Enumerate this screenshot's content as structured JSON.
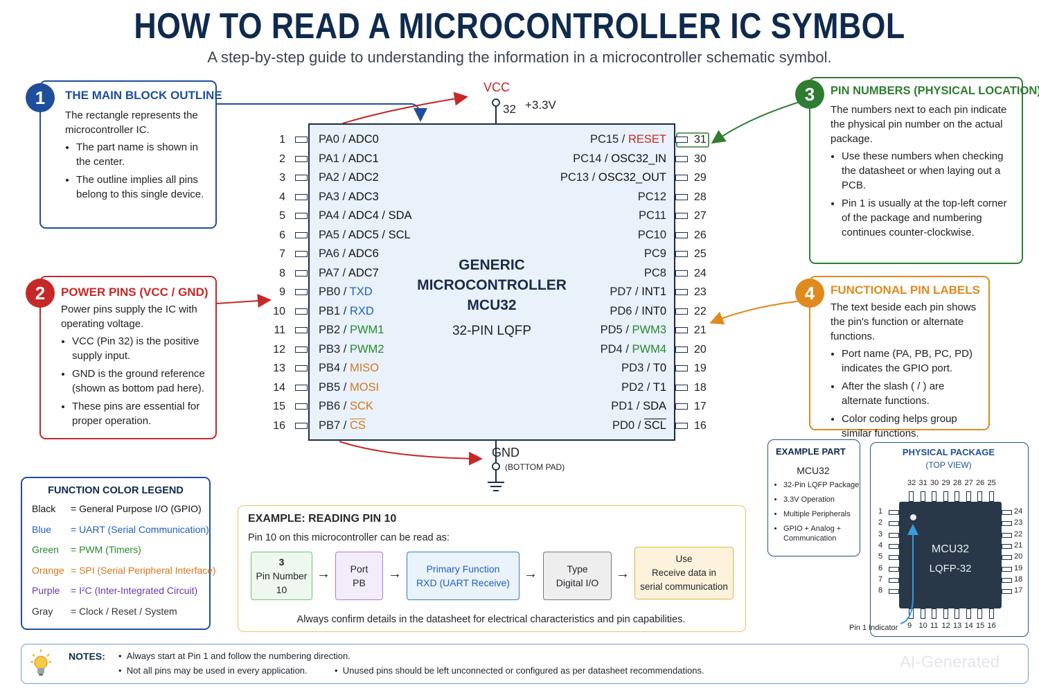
{
  "header": {
    "title": "HOW TO READ A MICROCONTROLLER IC SYMBOL",
    "subtitle": "A step-by-step guide to understanding the information in a microcontroller schematic symbol."
  },
  "box1": {
    "num": "1",
    "title": "THE MAIN BLOCK OUTLINE",
    "intro": "The rectangle represents the microcontroller IC.",
    "bullets": [
      "The part name is shown in the center.",
      "The outline implies all pins belong to this single device."
    ]
  },
  "box2": {
    "num": "2",
    "title": "POWER PINS (VCC / GND)",
    "intro": "Power pins supply the IC with operating voltage.",
    "bullets": [
      "VCC (Pin 32) is the positive supply input.",
      "GND is the ground reference (shown as bottom pad here).",
      "These pins are essential for proper operation."
    ]
  },
  "box3": {
    "num": "3",
    "title": "PIN NUMBERS (PHYSICAL LOCATION)",
    "intro": "The numbers next to each pin indicate the physical pin number on the actual package.",
    "bullets": [
      "Use these numbers when checking the datasheet or when laying out a PCB.",
      "Pin 1 is usually at the top-left corner of the package and numbering continues counter-clockwise."
    ]
  },
  "box4": {
    "num": "4",
    "title": "FUNCTIONAL PIN LABELS",
    "intro": "The text beside each pin shows the pin's function or alternate functions.",
    "bullets": [
      "Port name (PA, PB, PC, PD) indicates the GPIO port.",
      "After the slash ( / ) are alternate functions.",
      "Color coding helps group similar functions."
    ]
  },
  "chip": {
    "name_lines": [
      "GENERIC",
      "MICROCONTROLLER",
      "MCU32"
    ],
    "package": "32-PIN LQFP",
    "vcc_label": "VCC",
    "vcc_pin": "32",
    "vcc_voltage": "+3.3V",
    "gnd_label": "GND",
    "gnd_note": "(BOTTOM PAD)",
    "left_pins": [
      {
        "num": "1",
        "port": "PA0",
        "func": "ADC0",
        "color": "black"
      },
      {
        "num": "2",
        "port": "PA1",
        "func": "ADC1",
        "color": "black"
      },
      {
        "num": "3",
        "port": "PA2",
        "func": "ADC2",
        "color": "black"
      },
      {
        "num": "4",
        "port": "PA3",
        "func": "ADC3",
        "color": "black"
      },
      {
        "num": "5",
        "port": "PA4",
        "func": "ADC4 / SDA",
        "color": "black"
      },
      {
        "num": "6",
        "port": "PA5",
        "func": "ADC5 / SCL",
        "color": "black"
      },
      {
        "num": "7",
        "port": "PA6",
        "func": "ADC6",
        "color": "black"
      },
      {
        "num": "8",
        "port": "PA7",
        "func": "ADC7",
        "color": "black"
      },
      {
        "num": "9",
        "port": "PB0",
        "func": "TXD",
        "color": "blue"
      },
      {
        "num": "10",
        "port": "PB1",
        "func": "RXD",
        "color": "blue"
      },
      {
        "num": "11",
        "port": "PB2",
        "func": "PWM1",
        "color": "green"
      },
      {
        "num": "12",
        "port": "PB3",
        "func": "PWM2",
        "color": "green"
      },
      {
        "num": "13",
        "port": "PB4",
        "func": "MISO",
        "color": "orange"
      },
      {
        "num": "14",
        "port": "PB5",
        "func": "MOSI",
        "color": "orange"
      },
      {
        "num": "15",
        "port": "PB6",
        "func": "SCK",
        "color": "orange"
      },
      {
        "num": "16",
        "port": "PB7",
        "func": "CS",
        "color": "orange",
        "overline": true
      }
    ],
    "right_pins": [
      {
        "num": "31",
        "port": "PC15",
        "func": "RESET",
        "color": "red"
      },
      {
        "num": "30",
        "port": "PC14",
        "func": "OSC32_IN",
        "color": "black"
      },
      {
        "num": "29",
        "port": "PC13",
        "func": "OSC32_OUT",
        "color": "black"
      },
      {
        "num": "28",
        "port": "PC12",
        "func": "",
        "color": "black"
      },
      {
        "num": "27",
        "port": "PC11",
        "func": "",
        "color": "black"
      },
      {
        "num": "26",
        "port": "PC10",
        "func": "",
        "color": "black"
      },
      {
        "num": "25",
        "port": "PC9",
        "func": "",
        "color": "black"
      },
      {
        "num": "24",
        "port": "PC8",
        "func": "",
        "color": "black"
      },
      {
        "num": "23",
        "port": "PD7",
        "func": "INT1",
        "color": "black"
      },
      {
        "num": "22",
        "port": "PD6",
        "func": "INT0",
        "color": "black"
      },
      {
        "num": "21",
        "port": "PD5",
        "func": "PWM3",
        "color": "green"
      },
      {
        "num": "20",
        "port": "PD4",
        "func": "PWM4",
        "color": "green"
      },
      {
        "num": "19",
        "port": "PD3",
        "func": "T0",
        "color": "black"
      },
      {
        "num": "18",
        "port": "PD2",
        "func": "T1",
        "color": "black"
      },
      {
        "num": "17",
        "port": "PD1",
        "func": "SDA",
        "color": "black"
      },
      {
        "num": "16",
        "port": "PD0",
        "func": "SCL",
        "color": "black",
        "overline": true
      }
    ]
  },
  "legend": {
    "title": "FUNCTION COLOR LEGEND",
    "rows": [
      {
        "name": "Black",
        "desc": "= General Purpose I/O (GPIO)",
        "color": "#111111"
      },
      {
        "name": "Blue",
        "desc": "= UART (Serial Communication)",
        "color": "#1f5fbf"
      },
      {
        "name": "Green",
        "desc": "= PWM (Timers)",
        "color": "#268a2e"
      },
      {
        "name": "Orange",
        "desc": "= SPI (Serial Peripheral Interface)",
        "color": "#d6761b"
      },
      {
        "name": "Purple",
        "desc": "= I²C (Inter-Integrated Circuit)",
        "color": "#6a3aa8"
      },
      {
        "name": "Gray",
        "desc": "= Clock / Reset / System",
        "color": "#333333"
      }
    ]
  },
  "example": {
    "title": "EXAMPLE: READING PIN 10",
    "intro": "Pin 10 on this microcontroller can be read as:",
    "steps": [
      {
        "line1": "3",
        "line2": "Pin Number",
        "line3": "10"
      },
      {
        "line1": "Port",
        "line2": "PB",
        "line3": ""
      },
      {
        "line1": "Primary Function",
        "line2": "RXD (UART Receive)",
        "line3": ""
      },
      {
        "line1": "Type",
        "line2": "Digital I/O",
        "line3": ""
      },
      {
        "line1": "Use",
        "line2": "Receive data in",
        "line3": "serial communication"
      }
    ],
    "footer": "Always confirm details in the datasheet for electrical characteristics and pin capabilities."
  },
  "example_part": {
    "title": "EXAMPLE PART",
    "name": "MCU32",
    "bullets": [
      "32-Pin LQFP Package",
      "3.3V Operation",
      "Multiple Peripherals",
      "GPIO + Analog + Communication"
    ]
  },
  "package": {
    "title": "PHYSICAL PACKAGE",
    "subtitle": "(TOP VIEW)",
    "chip_name": "MCU32",
    "chip_pkg": "LQFP-32",
    "pin1_label": "Pin 1 Indicator",
    "top_nums": [
      "32",
      "31",
      "30",
      "29",
      "28",
      "27",
      "26",
      "25"
    ],
    "left_nums": [
      "1",
      "2",
      "3",
      "4",
      "5",
      "6",
      "7",
      "8"
    ],
    "right_nums": [
      "24",
      "23",
      "22",
      "21",
      "20",
      "19",
      "18",
      "17"
    ],
    "bottom_nums": [
      "9",
      "10",
      "11",
      "12",
      "13",
      "14",
      "15",
      "16"
    ]
  },
  "notes": {
    "label": "NOTES:",
    "items": [
      "Always start at Pin 1 and follow the numbering direction.",
      "Not all pins may be used in every application.",
      "Unused pins should be left unconnected or configured as per datasheet recommendations."
    ]
  },
  "watermark": "AI-Generated",
  "colors": {
    "navy": "#0f2a4d",
    "blue": "#1f4f9c",
    "red": "#c62828",
    "green": "#2e7d32",
    "orange": "#e08a1e",
    "chip_fill": "#e9f1fa"
  }
}
